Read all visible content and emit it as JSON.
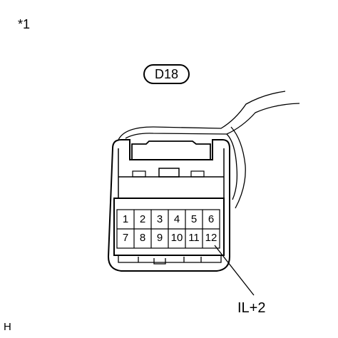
{
  "figure": {
    "note_marker": "*1",
    "footer_letter": "H"
  },
  "connector": {
    "id_label": "D18",
    "pins": [
      "1",
      "2",
      "3",
      "4",
      "5",
      "6",
      "7",
      "8",
      "9",
      "10",
      "11",
      "12"
    ],
    "highlighted_pin": "12",
    "terminal_label": "IL+2"
  }
}
